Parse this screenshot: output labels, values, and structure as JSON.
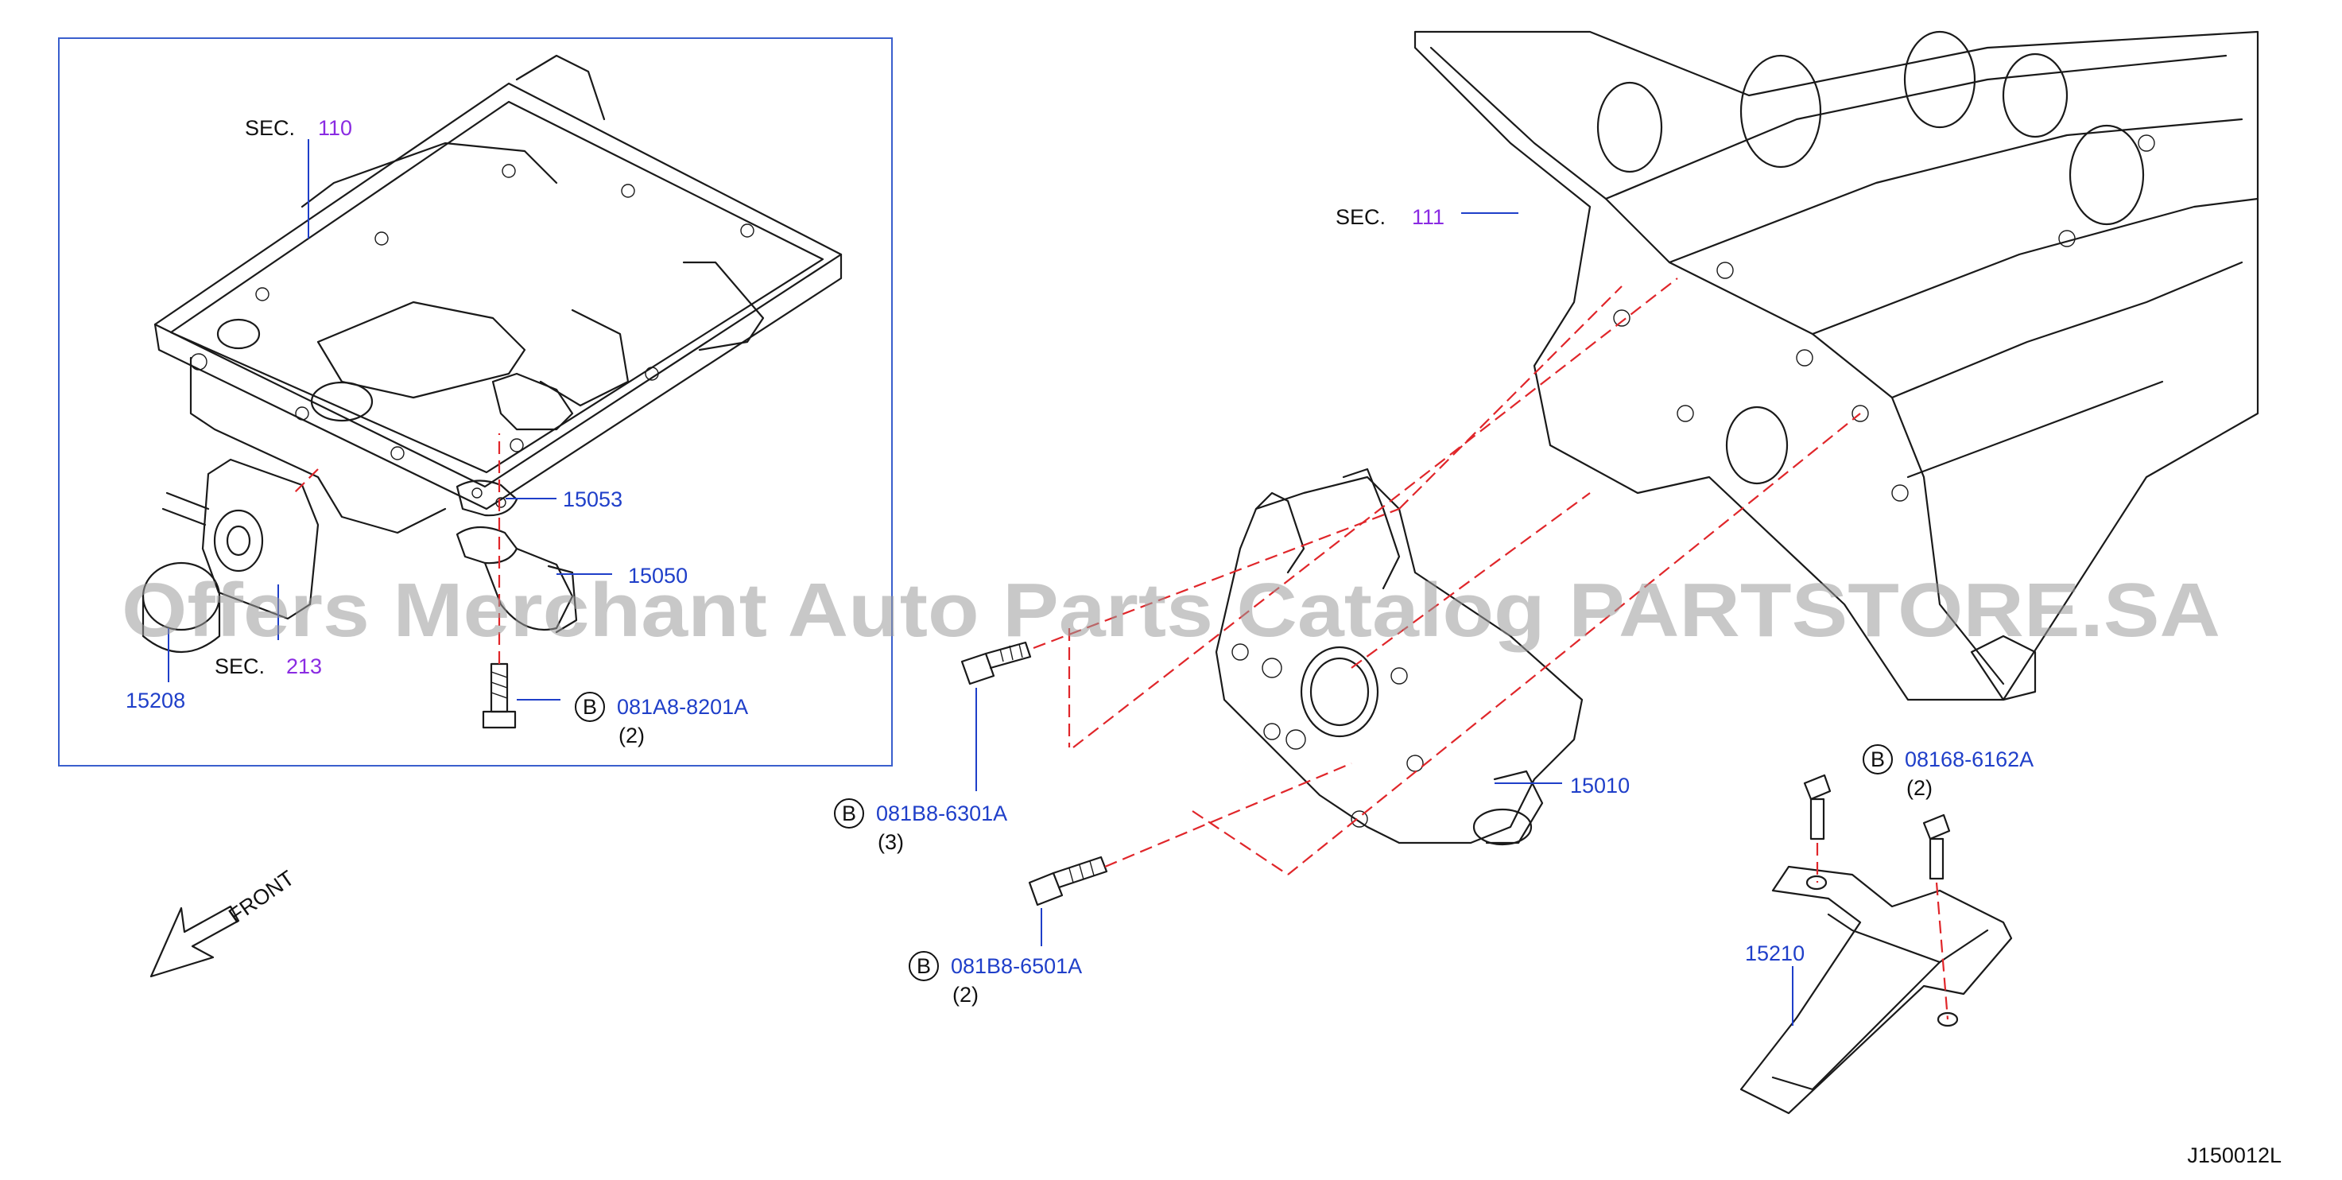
{
  "diagram_id": "J150012L",
  "watermark": "Offers Merchant Auto Parts Catalog PARTSTORE.SA",
  "front_label": "FRONT",
  "colors": {
    "part_number": "#1f3fc9",
    "section_ref": "#8a2be2",
    "dashed_line": "#e0262a",
    "frame": "#3a5fcd"
  },
  "sections": [
    {
      "prefix": "SEC.",
      "number": "110"
    },
    {
      "prefix": "SEC.",
      "number": "213"
    },
    {
      "prefix": "SEC.",
      "number": "111"
    }
  ],
  "parts": [
    {
      "number": "15053"
    },
    {
      "number": "15050"
    },
    {
      "number": "15208"
    },
    {
      "number": "15010"
    },
    {
      "number": "15210"
    }
  ],
  "bolts": [
    {
      "badge": "B",
      "number": "081A8-8201A",
      "qty": "(2)"
    },
    {
      "badge": "B",
      "number": "081B8-6301A",
      "qty": "(3)"
    },
    {
      "badge": "B",
      "number": "081B8-6501A",
      "qty": "(2)"
    },
    {
      "badge": "B",
      "number": "08168-6162A",
      "qty": "(2)"
    }
  ]
}
